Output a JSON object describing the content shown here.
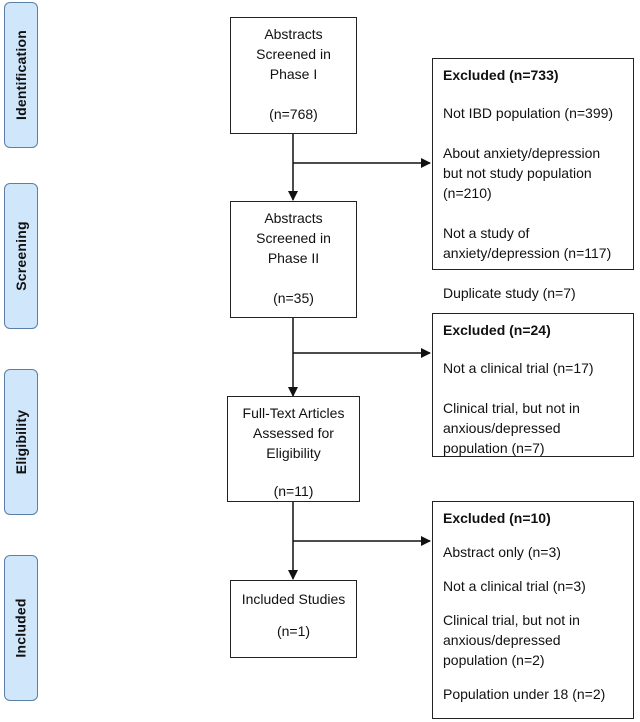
{
  "phases": {
    "identification": "Identification",
    "screening": "Screening",
    "eligibility": "Eligibility",
    "included": "Included"
  },
  "boxes": {
    "phase1": {
      "line1": "Abstracts",
      "line2": "Screened in",
      "line3": "Phase I",
      "count": "(n=768)"
    },
    "phase2": {
      "line1": "Abstracts",
      "line2": "Screened in",
      "line3": "Phase II",
      "count": "(n=35)"
    },
    "fulltext": {
      "line1": "Full-Text Articles",
      "line2": "Assessed for",
      "line3": "Eligibility",
      "count": "(n=11)"
    },
    "included": {
      "line1": "Included Studies",
      "count": "(n=1)"
    }
  },
  "exclusions": {
    "ex1": {
      "header": "Excluded (n=733)",
      "items": [
        "Not IBD population (n=399)",
        "About anxiety/depression but not study population (n=210)",
        "Not a study of anxiety/depression (n=117)",
        "Duplicate study (n=7)"
      ]
    },
    "ex2": {
      "header": "Excluded (n=24)",
      "items": [
        "Not a clinical trial (n=17)",
        "Clinical trial, but not in anxious/depressed population (n=7)"
      ]
    },
    "ex3": {
      "header": "Excluded (n=10)",
      "items": [
        "Abstract only (n=3)",
        "Not a clinical trial (n=3)",
        "Clinical trial, but not in anxious/depressed population (n=2)",
        "Population under 18 (n=2)"
      ]
    }
  }
}
